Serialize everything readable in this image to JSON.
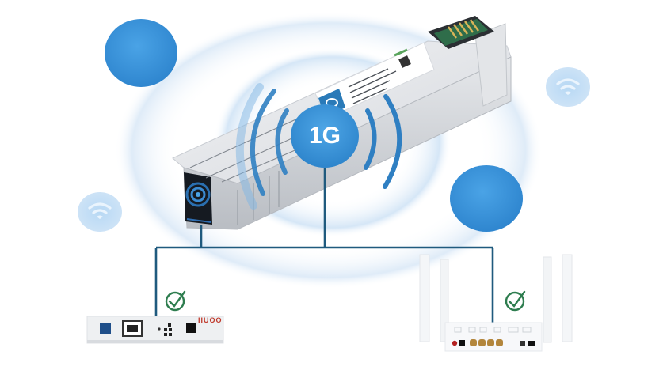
{
  "diagram": {
    "center_badge": {
      "label": "1G",
      "color": "#3a8fd3",
      "text_color": "#ffffff"
    },
    "line_color": "#1f5a7e",
    "accent_blue": "#3b92d8",
    "check_color": "#2e7d4f",
    "wifi_badge_color": "#a9d0f2",
    "module": {
      "name": "SFP transceiver module",
      "label_logo_color": "#2a7ab8"
    },
    "nodes": [
      {
        "id": "left-device",
        "name": "media converter",
        "brand_text": "IIUOO",
        "status": "connected"
      },
      {
        "id": "right-device",
        "name": "wireless router",
        "status": "connected"
      }
    ],
    "decorations": {
      "solid_circles": 2,
      "wifi_badges": 2
    }
  }
}
